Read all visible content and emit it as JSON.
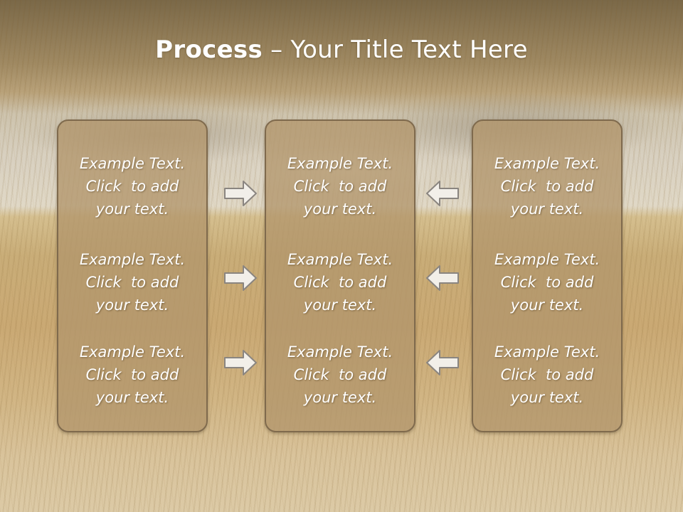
{
  "slide": {
    "title_bold": "Process",
    "title_rest": " – Your Title Text Here"
  },
  "panels": [
    {
      "items": [
        {
          "line1": "Example Text.",
          "line2": "Click  to add",
          "line3": "your text."
        },
        {
          "line1": "Example Text.",
          "line2": "Click  to add",
          "line3": "your text."
        },
        {
          "line1": "Example Text.",
          "line2": "Click  to add",
          "line3": "your text."
        }
      ]
    },
    {
      "items": [
        {
          "line1": "Example Text.",
          "line2": "Click  to add",
          "line3": "your text."
        },
        {
          "line1": "Example Text.",
          "line2": "Click  to add",
          "line3": "your text."
        },
        {
          "line1": "Example Text.",
          "line2": "Click  to add",
          "line3": "your text."
        }
      ]
    },
    {
      "items": [
        {
          "line1": "Example Text.",
          "line2": "Click  to add",
          "line3": "your text."
        },
        {
          "line1": "Example Text.",
          "line2": "Click  to add",
          "line3": "your text."
        },
        {
          "line1": "Example Text.",
          "line2": "Click  to add",
          "line3": "your text."
        }
      ]
    }
  ],
  "arrows": {
    "left_group": "right-arrow-icon",
    "right_group": "left-arrow-icon"
  },
  "colors": {
    "panel_fill": "#b2966c",
    "panel_border": "#7f6a4d",
    "text": "#ffffff"
  }
}
